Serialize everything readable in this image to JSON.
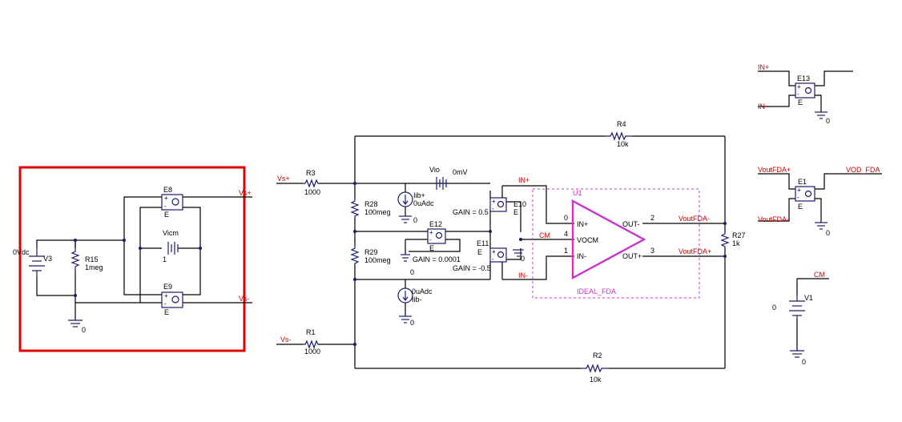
{
  "nets": {
    "vs_plus_left": "Vs+",
    "vs_minus_left": "Vs-",
    "vs_plus": "Vs+",
    "vs_minus": "Vs-",
    "in_plus": "IN+",
    "in_minus": "IN-",
    "cm": "CM",
    "vout_fda_minus": "VoutFDA-",
    "vout_fda_plus": "VoutFDA+",
    "r_in_plus": "IN+",
    "r_in_minus": "IN-",
    "r_vout_plus": "VoutFDA+",
    "r_vout_minus": "VoutFDA-",
    "vod_fda": "VOD_FDA",
    "cm_v1": "CM"
  },
  "components": {
    "v3": {
      "ref": "V3",
      "value": "0Vdc"
    },
    "r15": {
      "ref": "R15",
      "value": "1meg"
    },
    "e8": {
      "ref": "E8",
      "sub": "E"
    },
    "e9": {
      "ref": "E9",
      "sub": "E"
    },
    "vicm": {
      "ref": "Vicm",
      "value": "1"
    },
    "gnd_left": "0",
    "r3": {
      "ref": "R3",
      "value": "1000"
    },
    "r1": {
      "ref": "R1",
      "value": "1000"
    },
    "r28": {
      "ref": "R28",
      "value": "100meg"
    },
    "r29": {
      "ref": "R29",
      "value": "100meg"
    },
    "iib_plus": {
      "ref": "Iib+",
      "value": "0uAdc"
    },
    "iib_minus": {
      "ref": "Iib-",
      "value": "0uAdc"
    },
    "vio": {
      "ref": "Vio",
      "value": "0mV"
    },
    "e12": {
      "ref": "E12",
      "sub": "E",
      "gain": "GAIN = 0.0001"
    },
    "e10": {
      "ref": "E10",
      "sub": "E",
      "gain": "GAIN = 0.5"
    },
    "e11": {
      "ref": "E11",
      "sub": "E",
      "gain": "GAIN = -0.5"
    },
    "r4": {
      "ref": "R4",
      "value": "10k"
    },
    "r2": {
      "ref": "R2",
      "value": "10k"
    },
    "r27": {
      "ref": "R27",
      "value": "1k"
    },
    "u1": {
      "ref": "U1",
      "name": "IDEAL_FDA",
      "pin_in_plus": "IN+",
      "pin_vocm": "VOCM",
      "pin_in_minus": "IN-",
      "pin_out_minus": "OUT-",
      "pin_out_plus": "OUT+",
      "n0": "0",
      "n4": "4",
      "n1": "1",
      "n2": "2",
      "n3": "3"
    },
    "e13": {
      "ref": "E13",
      "sub": "E"
    },
    "e1": {
      "ref": "E1",
      "sub": "E"
    },
    "v1": {
      "ref": "V1",
      "value": "0"
    },
    "gnd": "0"
  },
  "colors": {
    "wire": "#000000",
    "net_label": "#cc0000",
    "fda": "#cc33cc",
    "selection": "#e00000"
  }
}
